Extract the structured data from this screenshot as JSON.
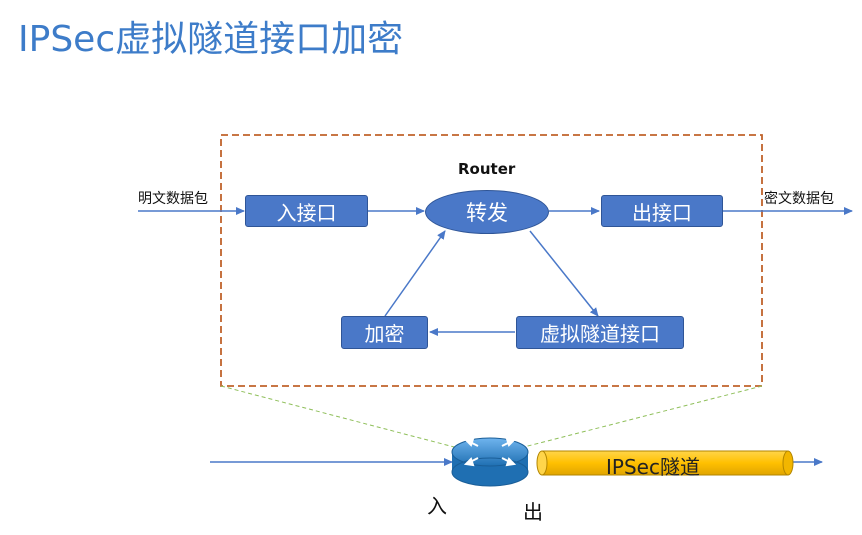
{
  "title": "IPSec虚拟隧道接口加密",
  "router_label": "Router",
  "input_packet_label": "明文数据包",
  "output_packet_label": "密文数据包",
  "nodes": {
    "in_interface": "入接口",
    "forward": "转发",
    "out_interface": "出接口",
    "encrypt": "加密",
    "virtual_tunnel_interface": "虚拟隧道接口"
  },
  "tunnel_label": "IPSec隧道",
  "router_in_label": "入",
  "router_out_label": "出",
  "colors": {
    "title": "#3d7cc9",
    "node_fill": "#4a78c8",
    "node_border": "#2f5597",
    "arrow": "#4a78c8",
    "dashed_box": "#c0632b",
    "tunnel_fill": "#ffc000",
    "router_icon": "#2f86c9"
  }
}
